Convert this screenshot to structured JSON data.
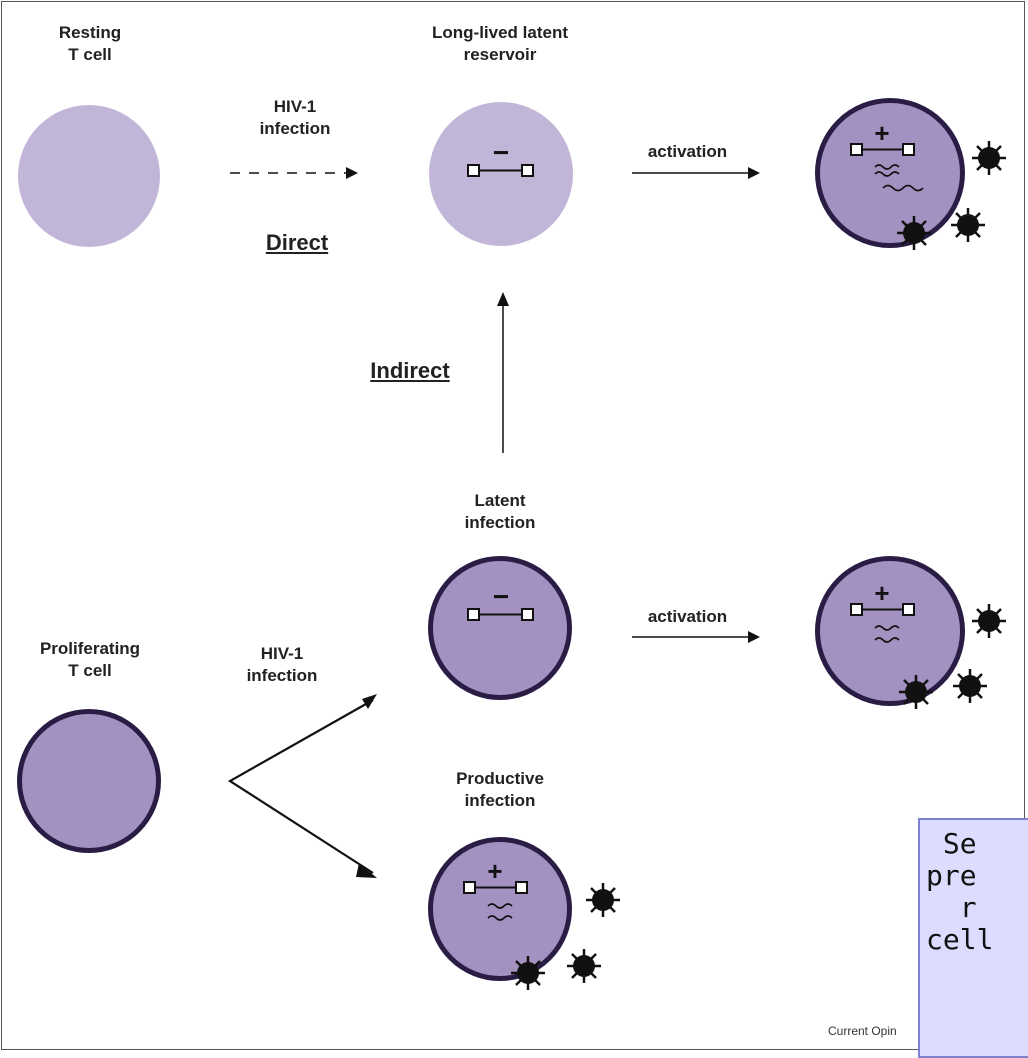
{
  "labels": {
    "resting_t_cell": "Resting\nT cell",
    "hiv1_infection_top": "HIV-1\ninfection",
    "direct": "Direct",
    "long_lived_latent_reservoir": "Long-lived latent\nreservoir",
    "activation_top": "activation",
    "indirect": "Indirect",
    "latent_infection": "Latent\ninfection",
    "activation_middle": "activation",
    "proliferating_t_cell": "Proliferating\nT cell",
    "hiv1_infection_bottom": "HIV-1\ninfection",
    "productive_infection": "Productive\ninfection",
    "minus_sign": "−",
    "plus_sign": "+"
  },
  "overlay_note": " Se\npre\n  r\ncell",
  "credit": "Current Opin",
  "colors": {
    "resting_cell_fill": "#c2b6d8",
    "infected_cell_fill": "#a391c1",
    "cell_border": "#2a1d45",
    "note_fill": "#dcdcff"
  }
}
